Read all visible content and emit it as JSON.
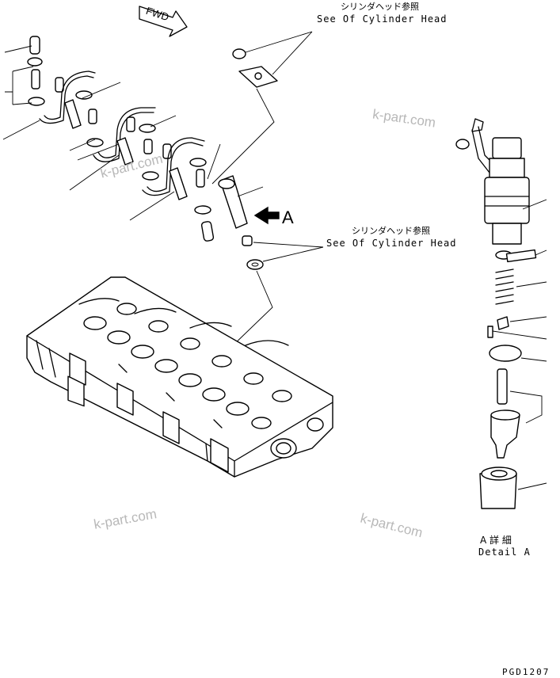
{
  "forward_marker": "FWD",
  "callouts": {
    "cylinder_head_top_jp": "シリンダヘッド参照",
    "cylinder_head_top_en": "See Of Cylinder Head",
    "cylinder_head_mid_jp": "シリンダヘッド参照",
    "cylinder_head_mid_en": "See Of Cylinder Head",
    "view_letter": "A"
  },
  "detail": {
    "title_jp": "A 詳 細",
    "title_en": "Detail A"
  },
  "watermarks": [
    "k-part.com",
    "k-part.com",
    "k-part.com",
    "k-part.com"
  ],
  "page_code": "PGD1207"
}
